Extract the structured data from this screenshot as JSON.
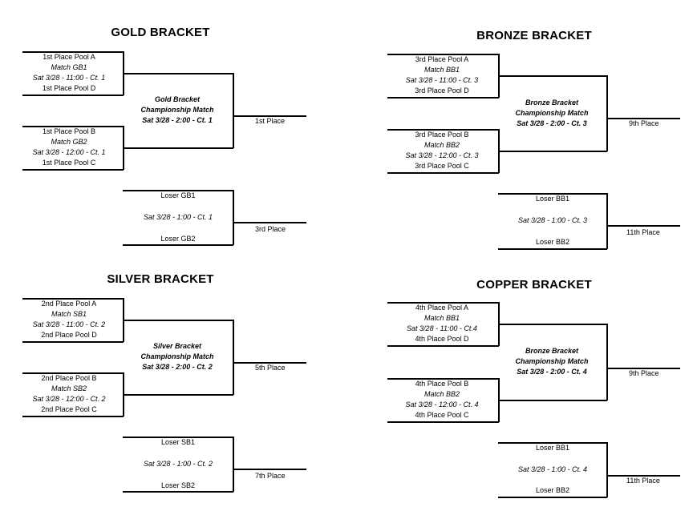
{
  "brackets": {
    "gold": {
      "title": "GOLD BRACKET",
      "m1": {
        "top": "1st Place Pool A",
        "name": "Match GB1",
        "time": "Sat 3/28 - 11:00 - Ct. 1",
        "bottom": "1st Place Pool D"
      },
      "m2": {
        "top": "1st Place Pool B",
        "name": "Match GB2",
        "time": "Sat 3/28 - 12:00 - Ct. 1",
        "bottom": "1st Place Pool C"
      },
      "champ": {
        "line1": "Gold Bracket",
        "line2": "Championship Match",
        "line3": "Sat 3/28 - 2:00 - Ct. 1"
      },
      "champ_result": "1st Place",
      "cons": {
        "top": "Loser GB1",
        "time": "Sat 3/28 - 1:00 - Ct. 1",
        "bottom": "Loser GB2"
      },
      "cons_result": "3rd Place"
    },
    "bronze": {
      "title": "BRONZE BRACKET",
      "m1": {
        "top": "3rd Place Pool A",
        "name": "Match BB1",
        "time": "Sat 3/28 - 11:00 - Ct. 3",
        "bottom": "3rd Place Pool D"
      },
      "m2": {
        "top": "3rd Place Pool B",
        "name": "Match BB2",
        "time": "Sat 3/28 - 12:00 - Ct. 3",
        "bottom": "3rd Place Pool C"
      },
      "champ": {
        "line1": "Bronze Bracket",
        "line2": "Championship Match",
        "line3": "Sat 3/28 - 2:00 - Ct. 3"
      },
      "champ_result": "9th Place",
      "cons": {
        "top": "Loser BB1",
        "time": "Sat 3/28 - 1:00 - Ct. 3",
        "bottom": "Loser BB2"
      },
      "cons_result": "11th Place"
    },
    "silver": {
      "title": "SILVER BRACKET",
      "m1": {
        "top": "2nd Place Pool A",
        "name": "Match SB1",
        "time": "Sat 3/28 - 11:00 - Ct. 2",
        "bottom": "2nd Place Pool D"
      },
      "m2": {
        "top": "2nd Place Pool B",
        "name": "Match SB2",
        "time": "Sat 3/28 - 12:00 - Ct. 2",
        "bottom": "2nd Place Pool C"
      },
      "champ": {
        "line1": "Silver Bracket",
        "line2": "Championship Match",
        "line3": "Sat 3/28 - 2:00 - Ct. 2"
      },
      "champ_result": "5th Place",
      "cons": {
        "top": "Loser SB1",
        "time": "Sat 3/28 - 1:00 - Ct. 2",
        "bottom": "Loser SB2"
      },
      "cons_result": "7th Place"
    },
    "copper": {
      "title": "COPPER BRACKET",
      "m1": {
        "top": "4th Place Pool A",
        "name": "Match BB1",
        "time": "Sat 3/28 - 11:00 - Ct.4",
        "bottom": "4th Place Pool D"
      },
      "m2": {
        "top": "4th Place Pool B",
        "name": "Match BB2",
        "time": "Sat 3/28 - 12:00 - Ct. 4",
        "bottom": "4th Place Pool C"
      },
      "champ": {
        "line1": "Bronze Bracket",
        "line2": "Championship Match",
        "line3": "Sat 3/28 - 2:00 - Ct. 4"
      },
      "champ_result": "9th Place",
      "cons": {
        "top": "Loser BB1",
        "time": "Sat 3/28 - 1:00 - Ct. 4",
        "bottom": "Loser BB2"
      },
      "cons_result": "11th Place"
    }
  }
}
